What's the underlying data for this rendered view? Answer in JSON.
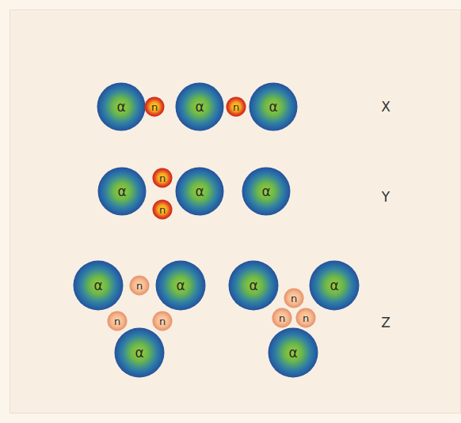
{
  "diagram": {
    "nodes": [
      {
        "text": [
          "α"
        ]
      },
      {
        "text": [
          "n"
        ]
      },
      {
        "text": [
          "α"
        ]
      },
      {
        "text": [
          "n"
        ]
      },
      {
        "text": [
          "α"
        ]
      },
      {
        "text": [
          "α"
        ]
      },
      {
        "text": [
          "n"
        ]
      },
      {
        "text": [
          "n"
        ]
      },
      {
        "text": [
          "α"
        ]
      },
      {
        "text": [
          "α"
        ]
      },
      {
        "text": [
          "α"
        ]
      },
      {
        "text": [
          "n"
        ]
      },
      {
        "text": [
          "α"
        ]
      },
      {
        "text": [
          "n"
        ]
      },
      {
        "text": [
          "n"
        ]
      },
      {
        "text": [
          "α"
        ]
      },
      {
        "text": [
          "α"
        ]
      },
      {
        "text": [
          "α"
        ]
      },
      {
        "text": [
          "n"
        ]
      },
      {
        "text": [
          "n"
        ]
      },
      {
        "text": [
          "n"
        ]
      },
      {
        "text": [
          "α"
        ]
      }
    ],
    "labels": [
      "X",
      "Y",
      "Z"
    ]
  }
}
